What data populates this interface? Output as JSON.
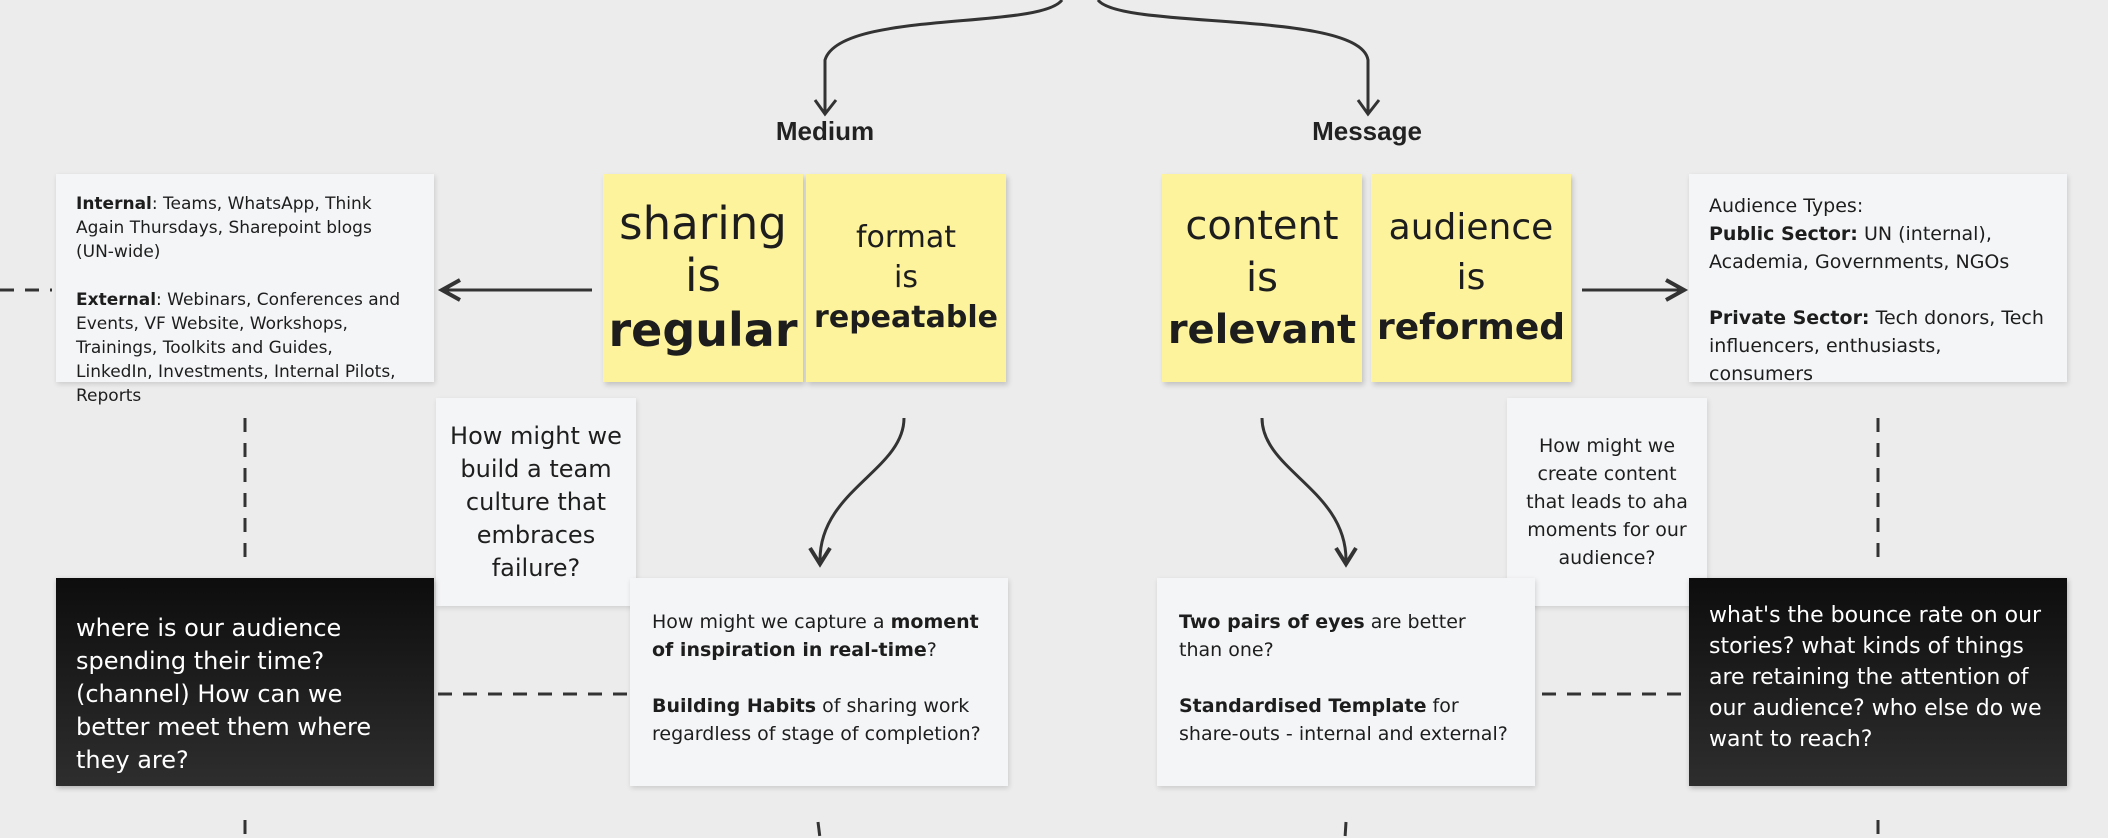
{
  "headings": {
    "medium": "Medium",
    "message": "Message"
  },
  "stickies": {
    "sharing": {
      "line1": "sharing",
      "line2": "is",
      "line3": "regular"
    },
    "format": {
      "line1": "format",
      "line2": "is",
      "line3": "repeatable"
    },
    "content": {
      "line1": "content",
      "line2": "is",
      "line3": "relevant"
    },
    "audience": {
      "line1": "audience",
      "line2": "is",
      "line3": "reformed"
    }
  },
  "channels_card": {
    "internal_label": "Internal",
    "internal_text": ": Teams, WhatsApp, Think Again Thursdays, Sharepoint blogs (UN-wide)",
    "external_label": "External",
    "external_text": ": Webinars, Conferences and Events, VF Website, Workshops, Trainings, Toolkits and Guides, LinkedIn, Investments, Internal Pilots, Reports"
  },
  "audience_card": {
    "title": "Audience Types:",
    "public_label": "Public Sector:",
    "public_text": " UN (internal), Academia, Governments, NGOs",
    "private_label": "Private Sector:",
    "private_text": " Tech donors, Tech influencers, enthusiasts, consumers"
  },
  "question_failure": "How might we build a team culture that embraces failure?",
  "question_aha": "How might we create content that leads to aha moments for our audience?",
  "dark_left": "where is our audience spending their time? (channel) How can we better meet them where they are?",
  "dark_right": "what's the bounce rate on our stories?  what kinds of things are retaining the attention of our audience? who else do we want to reach?",
  "inspiration_card": {
    "pre": "How might we capture a ",
    "bold": "moment of inspiration in real-time",
    "post": "?",
    "habit_bold": "Building Habits",
    "habit_text": " of sharing work regardless of  stage of completion?"
  },
  "eyes_card": {
    "eyes_bold": "Two pairs of eyes",
    "eyes_text": " are better than one?",
    "template_bold": "Standardised Template",
    "template_text": " for share-outs - internal and external?"
  },
  "colors": {
    "sticky": "#fdf39c",
    "background": "#ececec",
    "card": "#f4f5f7",
    "dark_card": "#1a1a1a"
  }
}
